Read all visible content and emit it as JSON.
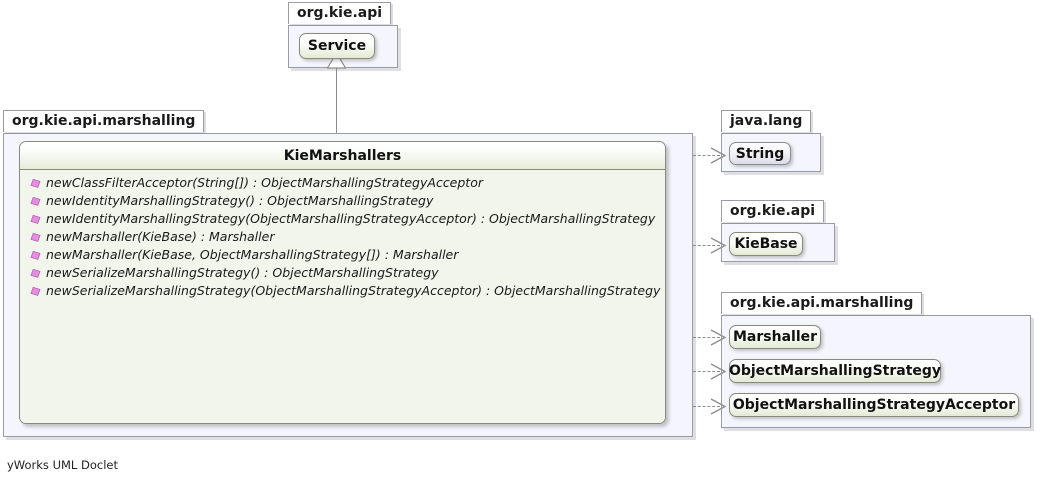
{
  "diagram": {
    "type": "uml-class-diagram",
    "footer": "yWorks UML Doclet"
  },
  "packages": {
    "top": {
      "name": "org.kie.api",
      "classes": [
        {
          "name": "Service",
          "kind": "project"
        }
      ]
    },
    "main": {
      "name": "org.kie.api.marshalling",
      "main_class": {
        "name": "KieMarshallers",
        "methods": [
          {
            "icon": "method-icon",
            "visibility": "public",
            "static": true,
            "signature": "newClassFilterAcceptor(String[]) : ObjectMarshallingStrategyAcceptor"
          },
          {
            "icon": "method-icon",
            "visibility": "public",
            "static": true,
            "signature": "newIdentityMarshallingStrategy() : ObjectMarshallingStrategy"
          },
          {
            "icon": "method-icon",
            "visibility": "public",
            "static": true,
            "signature": "newIdentityMarshallingStrategy(ObjectMarshallingStrategyAcceptor) : ObjectMarshallingStrategy"
          },
          {
            "icon": "method-icon",
            "visibility": "public",
            "static": true,
            "signature": "newMarshaller(KieBase) : Marshaller"
          },
          {
            "icon": "method-icon",
            "visibility": "public",
            "static": true,
            "signature": "newMarshaller(KieBase, ObjectMarshallingStrategy[]) : Marshaller"
          },
          {
            "icon": "method-icon",
            "visibility": "public",
            "static": true,
            "signature": "newSerializeMarshallingStrategy() : ObjectMarshallingStrategy"
          },
          {
            "icon": "method-icon",
            "visibility": "public",
            "static": true,
            "signature": "newSerializeMarshallingStrategy(ObjectMarshallingStrategyAcceptor) : ObjectMarshallingStrategy"
          }
        ]
      }
    },
    "java_lang": {
      "name": "java.lang",
      "classes": [
        {
          "name": "String",
          "kind": "external"
        }
      ]
    },
    "kie_api": {
      "name": "org.kie.api",
      "classes": [
        {
          "name": "KieBase",
          "kind": "project"
        }
      ]
    },
    "kie_api_marshalling": {
      "name": "org.kie.api.marshalling",
      "classes": [
        {
          "name": "Marshaller",
          "kind": "project"
        },
        {
          "name": "ObjectMarshallingStrategy",
          "kind": "project"
        },
        {
          "name": "ObjectMarshallingStrategyAcceptor",
          "kind": "project"
        }
      ]
    }
  },
  "relations": [
    {
      "type": "generalization",
      "from": "KieMarshallers",
      "to": "Service"
    },
    {
      "type": "dependency",
      "from": "KieMarshallers",
      "to": "String"
    },
    {
      "type": "dependency",
      "from": "KieMarshallers",
      "to": "KieBase"
    },
    {
      "type": "dependency",
      "from": "KieMarshallers",
      "to": "Marshaller"
    },
    {
      "type": "dependency",
      "from": "KieMarshallers",
      "to": "ObjectMarshallingStrategy"
    },
    {
      "type": "dependency",
      "from": "KieMarshallers",
      "to": "ObjectMarshallingStrategyAcceptor"
    }
  ],
  "colors": {
    "class_fill_project": "#e3ead5",
    "class_fill_external": "#dcdce8",
    "package_fill": "#f5f5fd",
    "border": "#8a8a7a",
    "connector": "#8c8c8c",
    "method_icon": "#e58fe0"
  }
}
